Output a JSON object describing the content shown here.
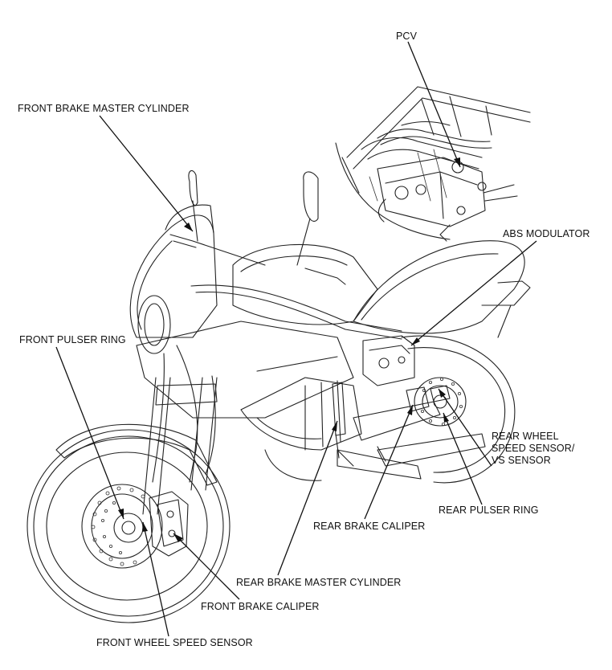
{
  "labels": {
    "pcv": "PCV",
    "front_brake_master_cylinder": "FRONT BRAKE MASTER CYLINDER",
    "abs_modulator": "ABS MODULATOR",
    "front_pulser_ring": "FRONT PULSER RING",
    "rear_wheel_speed_sensor_line1": "REAR WHEEL",
    "rear_wheel_speed_sensor_line2": "SPEED SENSOR/",
    "rear_wheel_speed_sensor_line3": "VS SENSOR",
    "rear_pulser_ring": "REAR PULSER RING",
    "rear_brake_caliper": "REAR BRAKE CALIPER",
    "rear_brake_master_cylinder": "REAR BRAKE MASTER CYLINDER",
    "front_brake_caliper": "FRONT BRAKE CALIPER",
    "front_wheel_speed_sensor": "FRONT WHEEL SPEED SENSOR"
  }
}
